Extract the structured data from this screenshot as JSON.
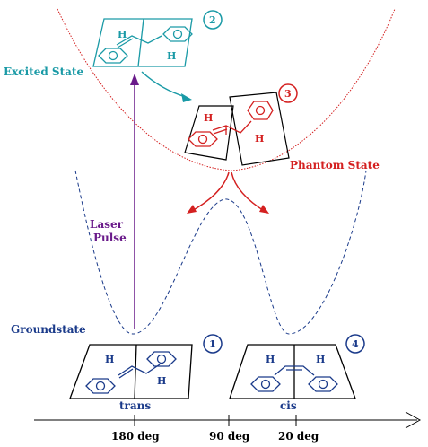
{
  "colors": {
    "excited": "#1a9aa6",
    "phantom": "#d42020",
    "ground": "#1a3a8a",
    "laser": "#6a1a8a",
    "axis": "#000000"
  },
  "labels": {
    "excited_state": "Excited State",
    "phantom_state": "Phantom State",
    "groundstate": "Groundstate",
    "laser_line1": "Laser",
    "laser_line2": "Pulse",
    "trans": "trans",
    "cis": "cis"
  },
  "axis": {
    "ticks": [
      "180 deg",
      "90 deg",
      "20 deg"
    ]
  },
  "structures": {
    "s1": {
      "number": "1",
      "atom_a": "H",
      "atom_b": "H"
    },
    "s2": {
      "number": "2",
      "atom_a": "H",
      "atom_b": "H"
    },
    "s3": {
      "number": "3",
      "atom_a": "H",
      "atom_b": "H"
    },
    "s4": {
      "number": "4",
      "atom_a": "H",
      "atom_b": "H"
    }
  }
}
